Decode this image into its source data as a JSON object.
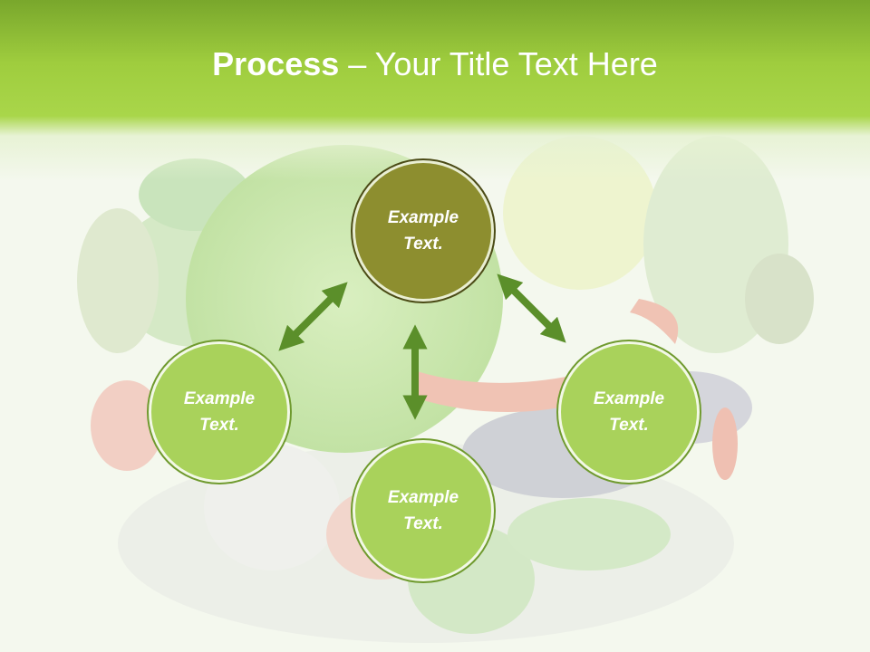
{
  "title": {
    "bold": "Process",
    "rest": " – Your Title Text Here"
  },
  "nodes": [
    {
      "text": "Example Text."
    },
    {
      "text": "Example Text."
    },
    {
      "text": "Example Text."
    },
    {
      "text": "Example Text."
    }
  ],
  "colors": {
    "header": "#a9d64a",
    "node_light": "#a9d25b",
    "node_dark": "#8d8e2f",
    "arrow": "#5b8f2a"
  }
}
